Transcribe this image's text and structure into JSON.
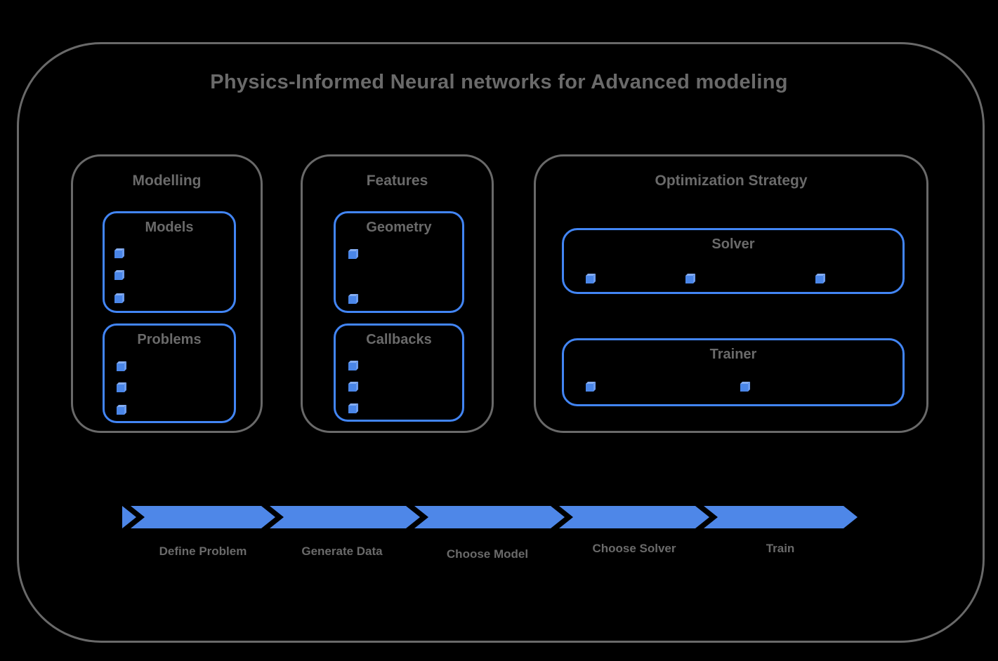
{
  "title": "Physics-Informed Neural networks for Advanced modeling",
  "colors": {
    "background": "#000000",
    "frame_gray": "#696969",
    "text_gray": "#6a6a6a",
    "accent_blue_border": "#4285f4",
    "arrow_blue": "#4e87e8",
    "cube_front": "#4a86e8",
    "cube_top": "#85adf1",
    "cube_side": "#6b9bee"
  },
  "panels": [
    {
      "title": "Modelling",
      "groups": [
        {
          "title": "Models",
          "bullet_icon": "cube-icon",
          "bullet_count": 3
        },
        {
          "title": "Problems",
          "bullet_icon": "cube-icon",
          "bullet_count": 3
        }
      ]
    },
    {
      "title": "Features",
      "groups": [
        {
          "title": "Geometry",
          "bullet_icon": "cube-icon",
          "bullet_count": 2
        },
        {
          "title": "Callbacks",
          "bullet_icon": "cube-icon",
          "bullet_count": 3
        }
      ]
    },
    {
      "title": "Optimization Strategy",
      "groups": [
        {
          "title": "Solver",
          "bullet_icon": "cube-icon",
          "bullet_count": 3
        },
        {
          "title": "Trainer",
          "bullet_icon": "cube-icon",
          "bullet_count": 2
        }
      ]
    }
  ],
  "flow": {
    "steps": [
      {
        "label": "Define Problem"
      },
      {
        "label": "Generate Data"
      },
      {
        "label": "Choose Model"
      },
      {
        "label": "Choose Solver"
      },
      {
        "label": "Train"
      }
    ]
  }
}
